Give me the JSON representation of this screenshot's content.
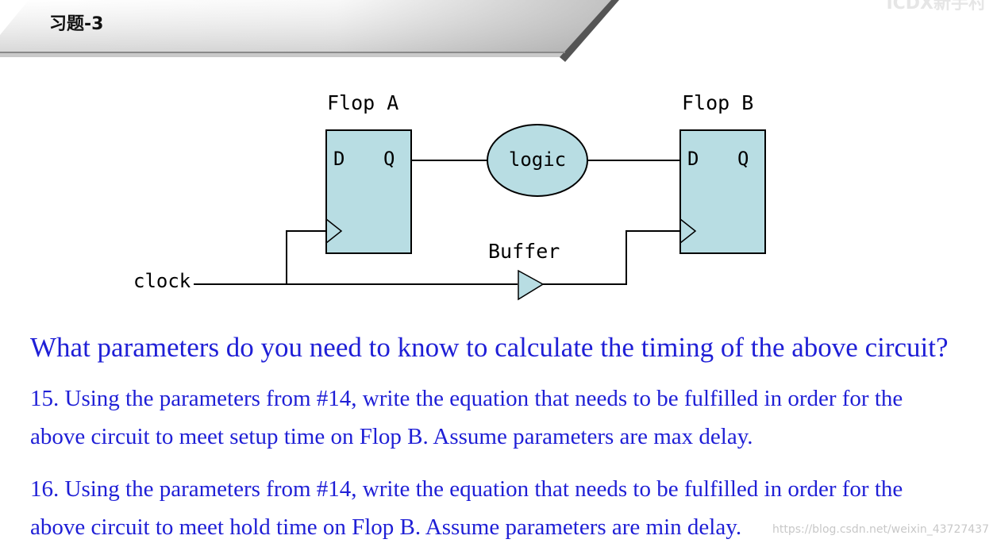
{
  "header": {
    "title": "习题-3",
    "corner_logo": "ICDX新手村"
  },
  "diagram": {
    "flop_a": {
      "title": "Flop A",
      "d": "D",
      "q": "Q"
    },
    "flop_b": {
      "title": "Flop B",
      "d": "D",
      "q": "Q"
    },
    "logic": "logic",
    "buffer": "Buffer",
    "clock": "clock",
    "colors": {
      "fill": "#b8dde3",
      "stroke": "#000000"
    }
  },
  "question": "What parameters do you need to know to calculate the timing of the above circuit?",
  "items": [
    {
      "line1": "15. Using the parameters from #14, write the equation that needs to be fulfilled in order for the",
      "line2": "above circuit to meet setup time on Flop B.  Assume parameters are max delay."
    },
    {
      "line1": "16. Using the parameters from #14, write the equation that needs to be fulfilled in order for the",
      "line2": "above circuit to meet hold time on Flop B. Assume parameters are min delay."
    }
  ],
  "watermark": "https://blog.csdn.net/weixin_43727437",
  "text_color": "#1f1fd6"
}
